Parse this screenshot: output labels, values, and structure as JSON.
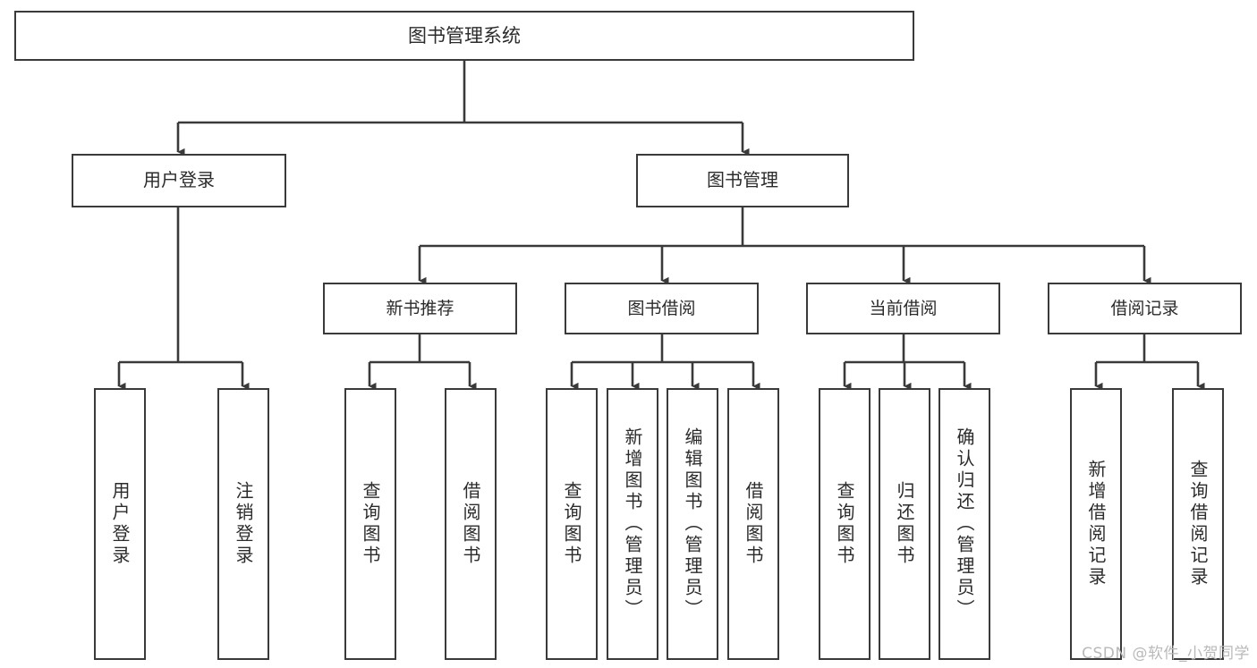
{
  "diagram": {
    "type": "tree",
    "title": "图书管理系统",
    "stroke_color": "#3a3a3a",
    "text_color": "#2b2b2b",
    "background": "#ffffff",
    "watermark": "CSDN @软件_小贺同学"
  },
  "nodes": {
    "root": {
      "label": "图书管理系统"
    },
    "level2": [
      {
        "label": "用户登录"
      },
      {
        "label": "图书管理"
      }
    ],
    "level3": [
      {
        "label": "新书推荐"
      },
      {
        "label": "图书借阅"
      },
      {
        "label": "当前借阅"
      },
      {
        "label": "借阅记录"
      }
    ],
    "leaves": {
      "user_login": [
        {
          "label": "用户登录"
        },
        {
          "label": "注销登录"
        }
      ],
      "new_book_recommend": [
        {
          "label": "查询图书"
        },
        {
          "label": "借阅图书"
        }
      ],
      "book_borrow": [
        {
          "label": "查询图书"
        },
        {
          "label": "新增图书（管理员）"
        },
        {
          "label": "编辑图书（管理员）"
        },
        {
          "label": "借阅图书"
        }
      ],
      "current_borrow": [
        {
          "label": "查询图书"
        },
        {
          "label": "归还图书"
        },
        {
          "label": "确认归还（管理员）"
        }
      ],
      "borrow_record": [
        {
          "label": "新增借阅记录"
        },
        {
          "label": "查询借阅记录"
        }
      ]
    }
  }
}
